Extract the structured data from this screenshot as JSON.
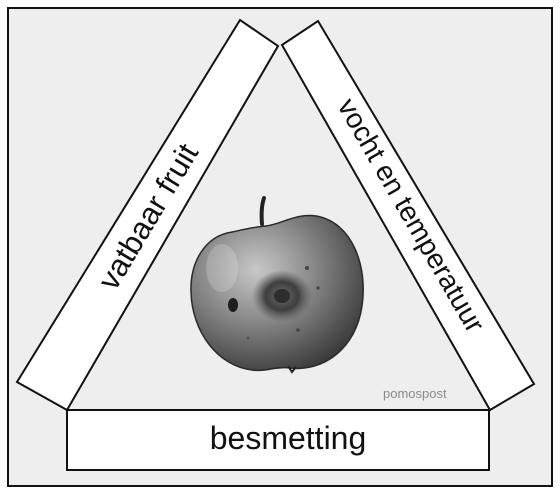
{
  "diagram": {
    "left_label": "vatbaar fruit",
    "right_label": "vocht en temperatuur",
    "bottom_label": "besmetting",
    "watermark": "pomospost",
    "center_icon": "apple-icon"
  },
  "colors": {
    "background": "#eeeeee",
    "frame": "#111111",
    "bar_fill": "#ffffff",
    "apple_dark": "#3a3a3a",
    "apple_mid": "#7a7a7a",
    "apple_light": "#b5b5b5"
  }
}
